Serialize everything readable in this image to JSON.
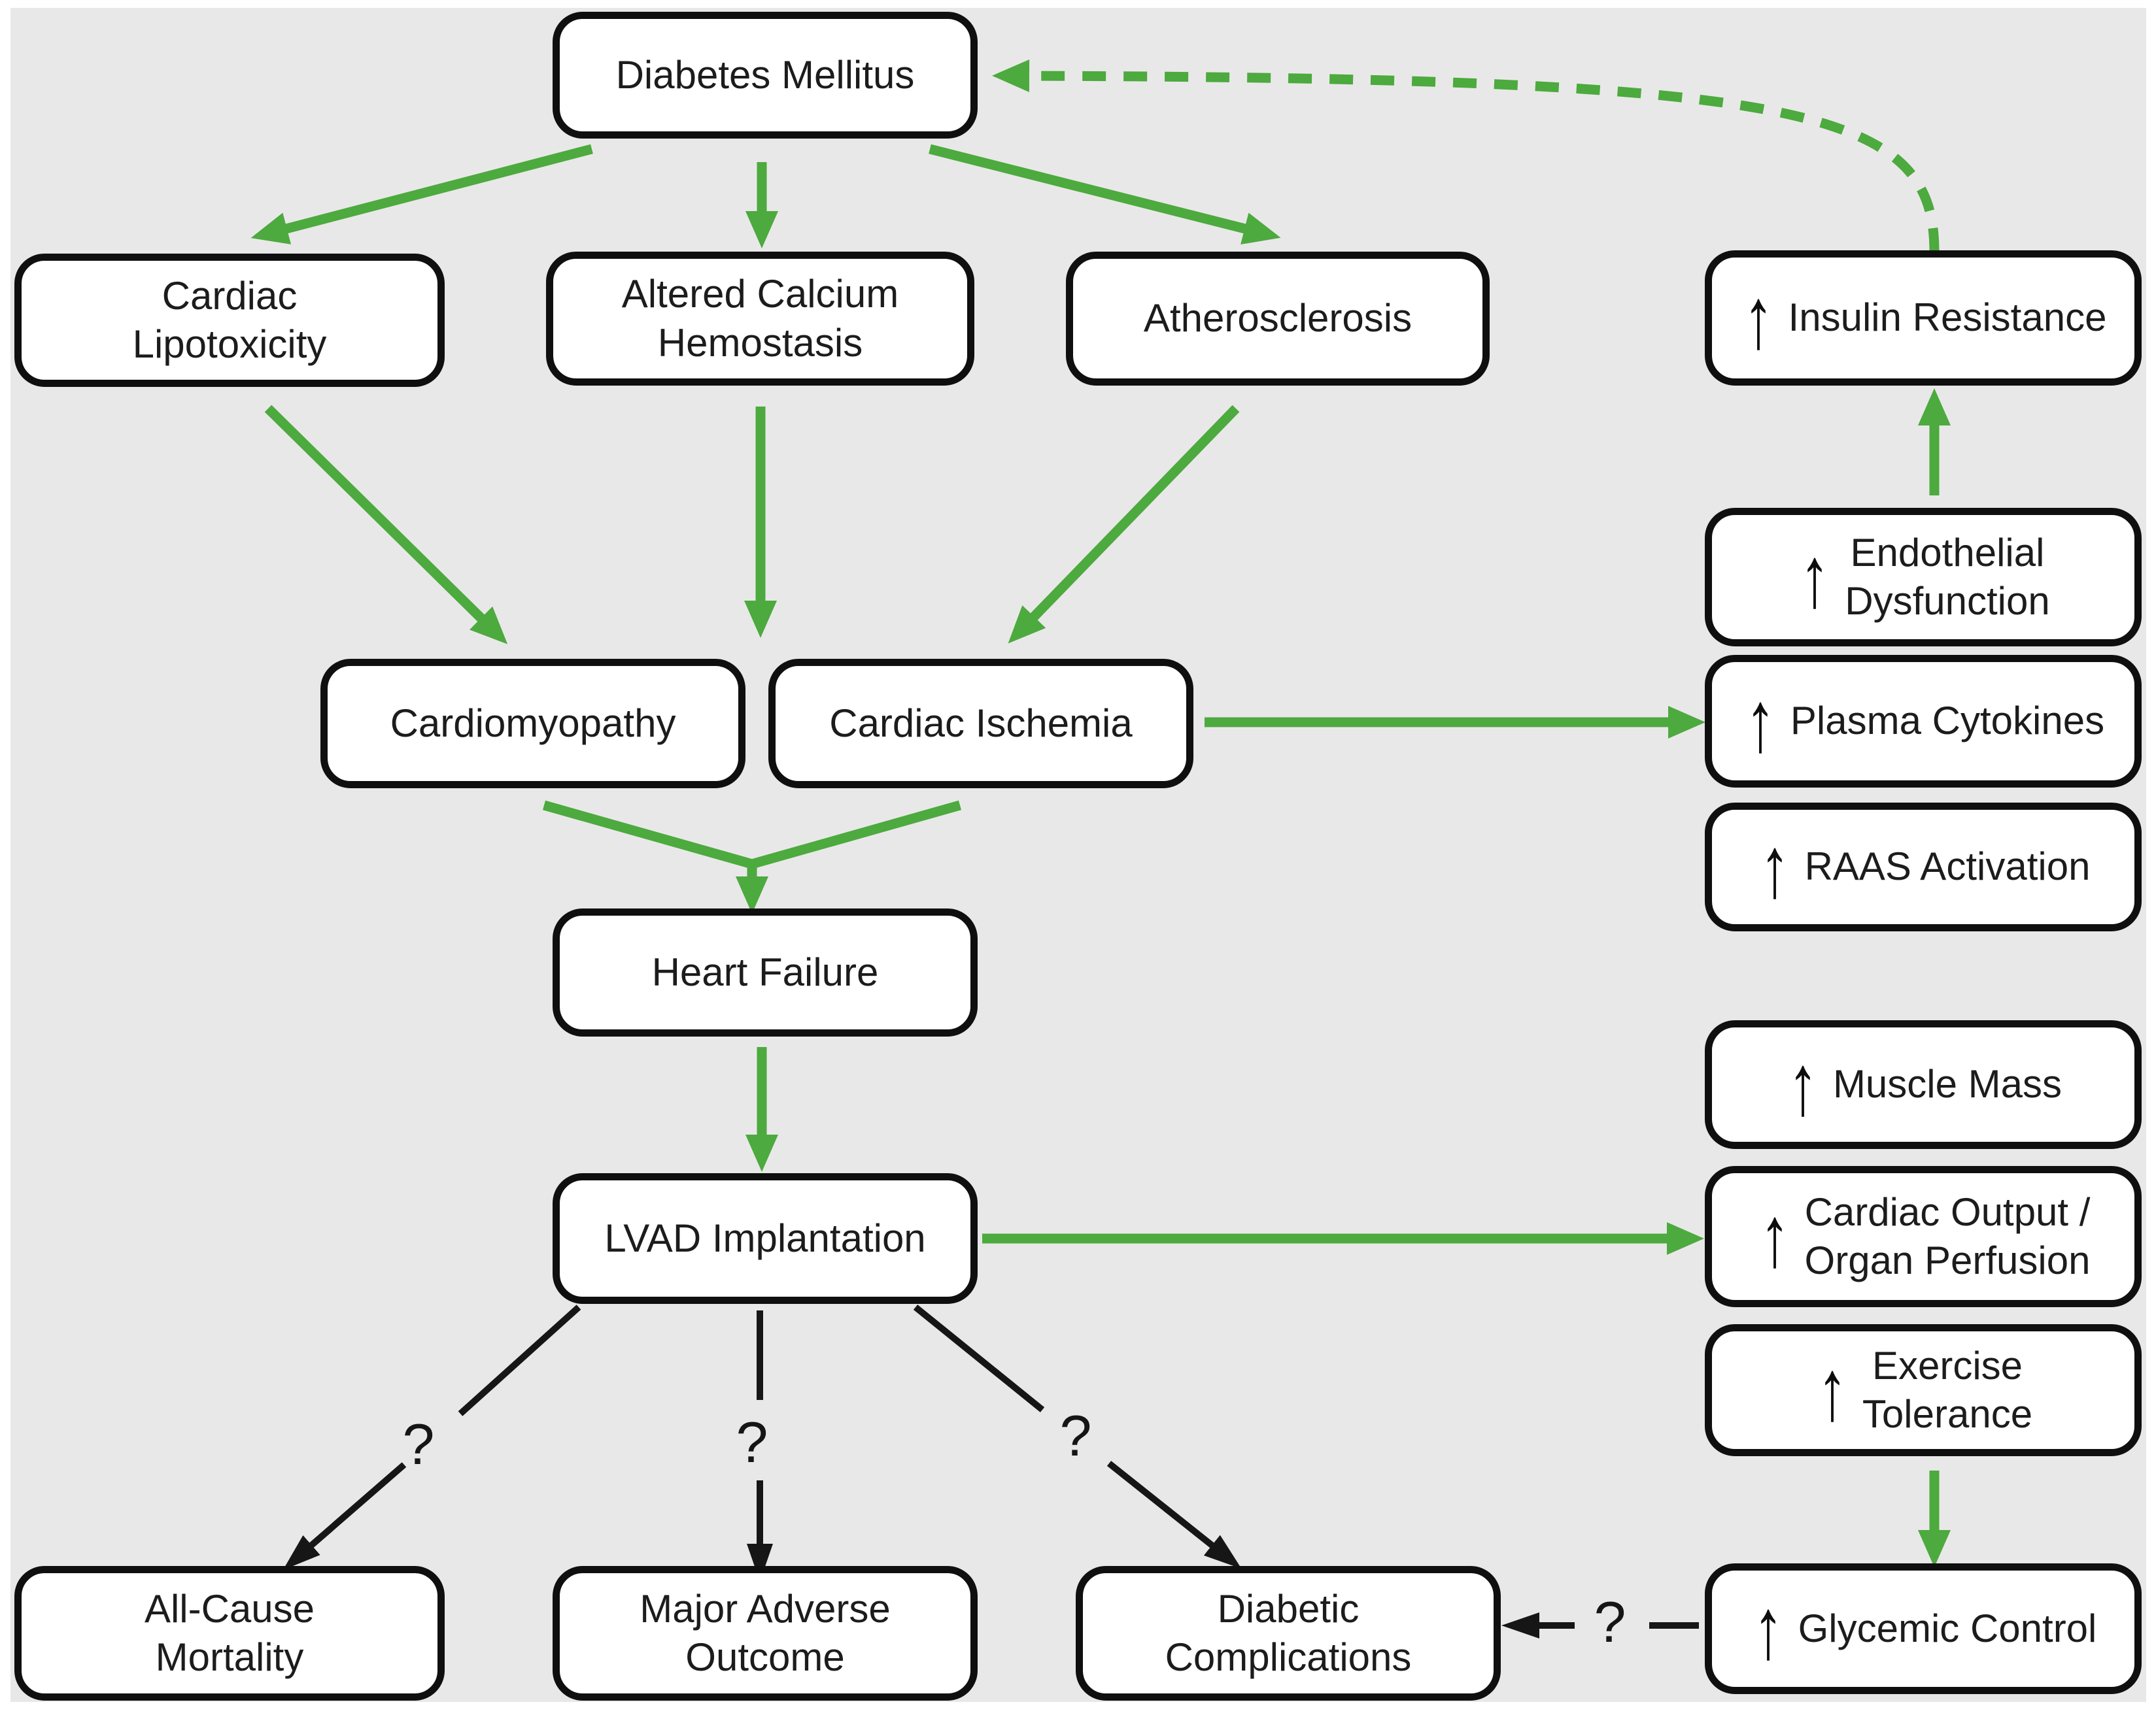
{
  "figure": {
    "background_color": "#e9e8e8",
    "green_color": "#4caa3e",
    "black_color": "#161616",
    "question_mark": "?",
    "up_arrow": "↑"
  },
  "nodes": {
    "diabetes_mellitus": {
      "label": "Diabetes Mellitus"
    },
    "cardiac_lipotoxicity": {
      "label": "Cardiac\nLipotoxicity"
    },
    "altered_calcium_hemostasis": {
      "label": "Altered Calcium\nHemostasis"
    },
    "atherosclerosis": {
      "label": "Atherosclerosis"
    },
    "insulin_resistance": {
      "label": "Insulin Resistance"
    },
    "endothelial_dysfunction": {
      "label": "Endothelial\nDysfunction"
    },
    "cardiomyopathy": {
      "label": "Cardiomyopathy"
    },
    "cardiac_ischemia": {
      "label": "Cardiac Ischemia"
    },
    "plasma_cytokines": {
      "label": "Plasma Cytokines"
    },
    "raas_activation": {
      "label": "RAAS Activation"
    },
    "heart_failure": {
      "label": "Heart Failure"
    },
    "muscle_mass": {
      "label": "Muscle Mass"
    },
    "lvad_implantation": {
      "label": "LVAD Implantation"
    },
    "cardiac_output_organ_perfusion": {
      "label": "Cardiac Output /\nOrgan Perfusion"
    },
    "exercise_tolerance": {
      "label": "Exercise\nTolerance"
    },
    "all_cause_mortality": {
      "label": "All-Cause\nMortality"
    },
    "major_adverse_outcome": {
      "label": "Major Adverse\nOutcome"
    },
    "diabetic_complications": {
      "label": "Diabetic\nComplications"
    },
    "glycemic_control": {
      "label": "Glycemic Control"
    }
  },
  "edges": [
    {
      "from": "Diabetes Mellitus",
      "to": "Cardiac Lipotoxicity",
      "style": "green-solid"
    },
    {
      "from": "Diabetes Mellitus",
      "to": "Altered Calcium Hemostasis",
      "style": "green-solid"
    },
    {
      "from": "Diabetes Mellitus",
      "to": "Atherosclerosis",
      "style": "green-solid"
    },
    {
      "from": "Cardiac Lipotoxicity",
      "to": "Cardiomyopathy",
      "style": "green-solid"
    },
    {
      "from": "Altered Calcium Hemostasis",
      "to": "Cardiomyopathy / Cardiac Ischemia",
      "style": "green-solid"
    },
    {
      "from": "Atherosclerosis",
      "to": "Cardiac Ischemia",
      "style": "green-solid"
    },
    {
      "from": "Cardiomyopathy + Cardiac Ischemia",
      "to": "Heart Failure",
      "style": "green-solid-merge"
    },
    {
      "from": "Cardiac Ischemia",
      "to": "Plasma Cytokines",
      "style": "green-solid"
    },
    {
      "from": "Endothelial Dysfunction",
      "to": "Insulin Resistance",
      "style": "green-solid"
    },
    {
      "from": "Insulin Resistance",
      "to": "Diabetes Mellitus",
      "style": "green-dashed"
    },
    {
      "from": "Heart Failure",
      "to": "LVAD Implantation",
      "style": "green-solid"
    },
    {
      "from": "LVAD Implantation",
      "to": "Cardiac Output / Organ Perfusion",
      "style": "green-solid"
    },
    {
      "from": "Exercise Tolerance",
      "to": "Glycemic Control",
      "style": "green-solid"
    },
    {
      "from": "LVAD Implantation",
      "to": "All-Cause Mortality",
      "style": "black-solid",
      "label": "?"
    },
    {
      "from": "LVAD Implantation",
      "to": "Major Adverse Outcome",
      "style": "black-solid",
      "label": "?"
    },
    {
      "from": "LVAD Implantation",
      "to": "Diabetic Complications",
      "style": "black-solid",
      "label": "?"
    },
    {
      "from": "Glycemic Control",
      "to": "Diabetic Complications",
      "style": "black-solid",
      "label": "?"
    }
  ]
}
